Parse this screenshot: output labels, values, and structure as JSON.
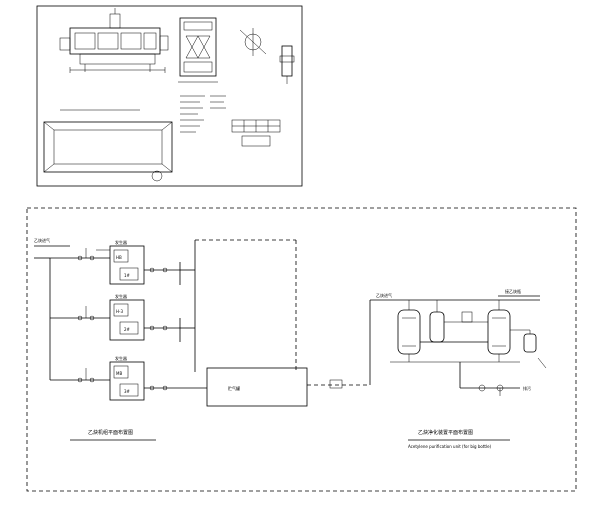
{
  "drawing": {
    "upper_sheet": {
      "title_block_text": ""
    },
    "main_sheet": {
      "left_caption": "乙炔机组平面布置图",
      "right_caption": "乙炔净化装置平面布置图",
      "right_caption_sub": "Acetylene purification unit (for big bottle)",
      "storage_tank_label": "贮气罐",
      "left_inlet_label": "乙炔进气",
      "unit_labels": [
        "发生器",
        "发生器",
        "发生器"
      ],
      "unit_box_labels": [
        "HB",
        "H-3",
        "MB"
      ],
      "unit_lower_labels": [
        "1#",
        "2#",
        "3#"
      ],
      "right_outlet_label": "接乙炔瓶",
      "right_inlet_label": "乙炔进气",
      "right_drain_label": "排污"
    }
  }
}
